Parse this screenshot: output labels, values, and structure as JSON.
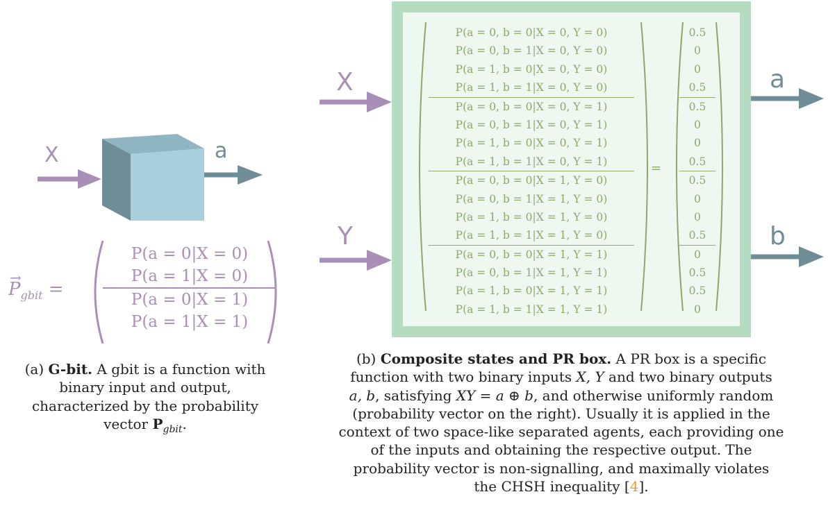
{
  "panel_a": {
    "input_label": "X",
    "output_label": "a",
    "vector_label": "P",
    "vector_subscript": "gbit",
    "equals": "=",
    "rows": [
      "P(a = 0|X = 0)",
      "P(a = 1|X = 0)",
      "P(a = 0|X = 1)",
      "P(a = 1|X = 1)"
    ],
    "caption": {
      "tag": "(a)",
      "title": "G-bit.",
      "body": "A gbit is a function with binary input and output, characterized by the probability vector",
      "symbol": "P",
      "symbol_sub": "gbit",
      "end": "."
    }
  },
  "panel_b": {
    "inputs": [
      "X",
      "Y"
    ],
    "outputs": [
      "a",
      "b"
    ],
    "equals": "=",
    "left_rows": [
      "P(a = 0, b = 0|X = 0, Y = 0)",
      "P(a = 0, b = 1|X = 0, Y = 0)",
      "P(a = 1, b = 0|X = 0, Y = 0)",
      "P(a = 1, b = 1|X = 0, Y = 0)",
      "P(a = 0, b = 0|X = 0, Y = 1)",
      "P(a = 0, b = 1|X = 0, Y = 1)",
      "P(a = 1, b = 0|X = 0, Y = 1)",
      "P(a = 1, b = 1|X = 0, Y = 1)",
      "P(a = 0, b = 0|X = 1, Y = 0)",
      "P(a = 0, b = 1|X = 1, Y = 0)",
      "P(a = 1, b = 0|X = 1, Y = 0)",
      "P(a = 1, b = 1|X = 1, Y = 0)",
      "P(a = 0, b = 0|X = 1, Y = 1)",
      "P(a = 0, b = 1|X = 1, Y = 1)",
      "P(a = 1, b = 0|X = 1, Y = 1)",
      "P(a = 1, b = 1|X = 1, Y = 1)"
    ],
    "right_rows": [
      "0.5",
      "0",
      "0",
      "0.5",
      "0.5",
      "0",
      "0",
      "0.5",
      "0.5",
      "0",
      "0",
      "0.5",
      "0",
      "0.5",
      "0.5",
      "0"
    ],
    "caption": {
      "tag": "(b)",
      "title": "Composite states and PR box.",
      "line1": "A PR box is a specific",
      "line2_pre": "function with two binary inputs",
      "line2_math": "X, Y",
      "line2_post": "and two binary outputs",
      "line3_math1": "a, b",
      "line3_mid": ", satisfying",
      "line3_math2": "XY = a ⊕ b",
      "line3_post": ", and otherwise uniformly random",
      "line4": "(probability vector on the right). Usually it is applied in the",
      "line5": "context of two space-like separated agents, each providing one",
      "line6": "of the inputs and obtaining the respective output. The",
      "line7": "probability vector is non-signalling, and maximally violates",
      "line8_pre": "the CHSH inequality [",
      "line8_cite": "4",
      "line8_post": "]."
    }
  },
  "colors": {
    "purple": "#a98fb7",
    "teal": "#6f8d96",
    "green_border": "#b5dcc0",
    "green_text": "#8aaa6a",
    "cube_front": "#a9cfdc",
    "cite": "#e89b2c"
  }
}
